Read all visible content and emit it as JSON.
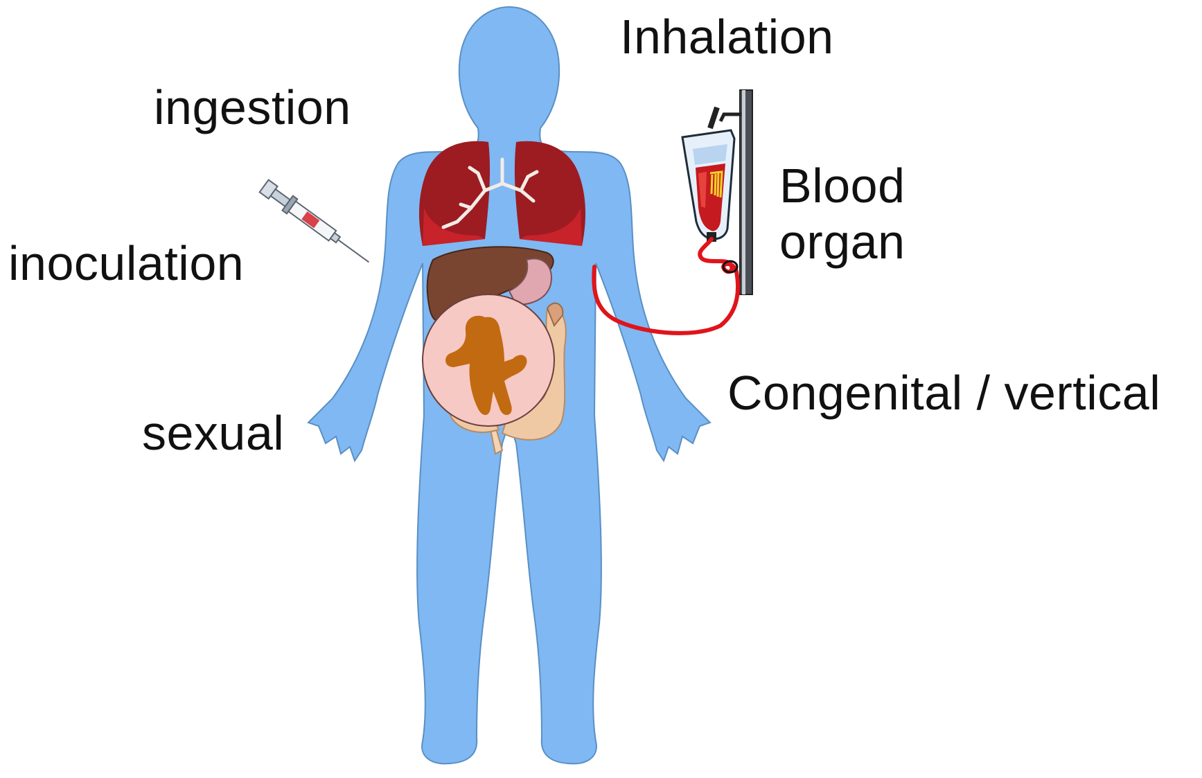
{
  "labels": {
    "inhalation": "Inhalation",
    "ingestion": "ingestion",
    "inoculation": "inoculation",
    "sexual": "sexual",
    "blood_line1": "Blood",
    "blood_line2": "organ",
    "congenital": "Congenital / vertical"
  },
  "colors": {
    "body": "#7fb8f2",
    "body_outline": "#5a8fc4",
    "lungs": "#9c1c22",
    "liver": "#7a4530",
    "intestine": "#efc9a4",
    "womb": "#f6c9c4",
    "fetus": "#c26a12",
    "blood_tube": "#e0141b",
    "text": "#111111"
  },
  "icons": [
    "human-body-silhouette",
    "lungs-icon",
    "liver-icon",
    "intestines-icon",
    "fetus-in-womb-icon",
    "syringe-icon",
    "blood-transfusion-bag-icon",
    "iv-stand-icon"
  ]
}
